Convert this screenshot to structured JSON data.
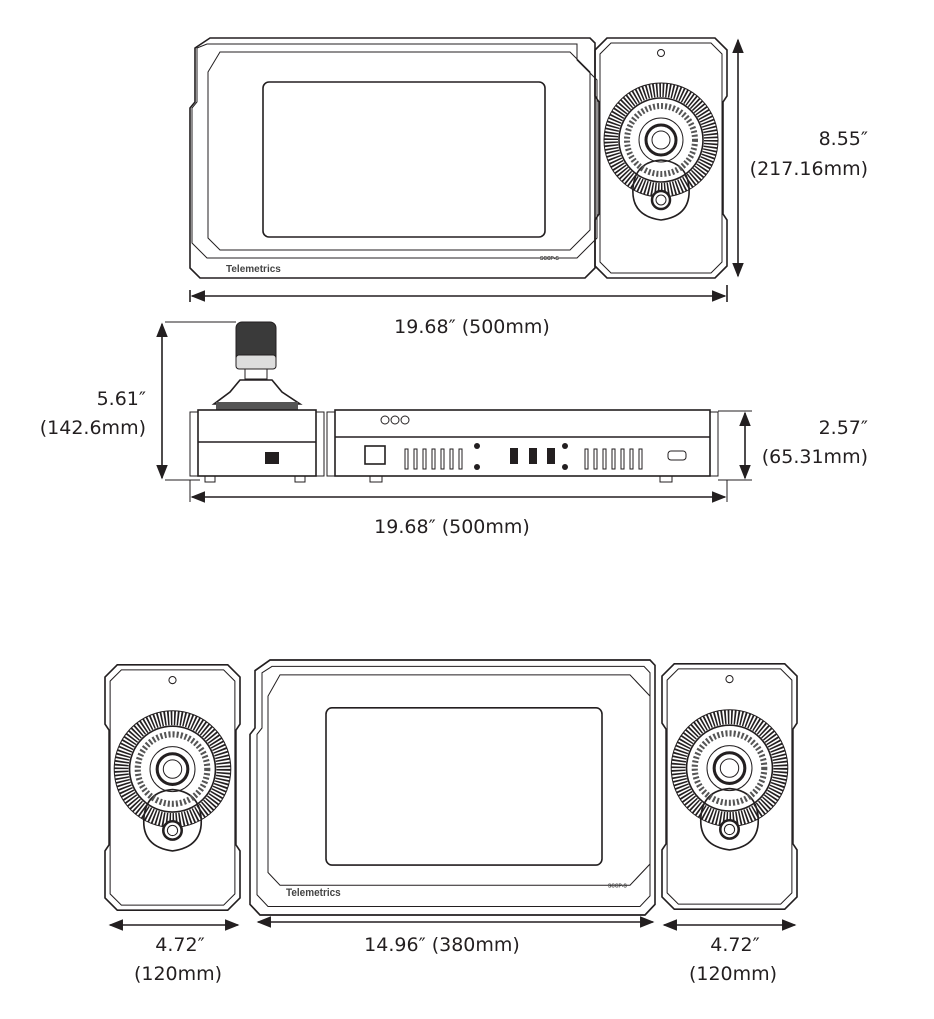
{
  "brand": "Telemetrics",
  "model": "SCCP-S",
  "top_view": {
    "width_label": "19.68″ (500mm)",
    "height_inches": "8.55″",
    "height_mm": "(217.16mm)"
  },
  "side_view": {
    "total_height_inches": "5.61″",
    "total_height_mm": "(142.6mm)",
    "body_height_inches": "2.57″",
    "body_height_mm": "(65.31mm)",
    "width_label": "19.68″ (500mm)"
  },
  "separated_view": {
    "left_module_inches": "4.72″",
    "left_module_mm": "(120mm)",
    "center_width_label": "14.96″ (380mm)",
    "right_module_inches": "4.72″",
    "right_module_mm": "(120mm)"
  }
}
